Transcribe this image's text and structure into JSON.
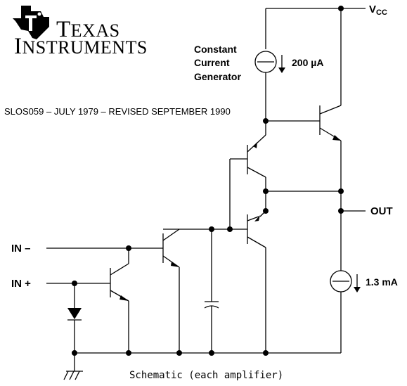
{
  "logo": {
    "line1": "TEXAS",
    "line2": "INSTRUMENTS",
    "line1_initial": "T",
    "line1_rest": "EXAS",
    "line2_initial": "I",
    "line2_rest": "NSTRUMENTS"
  },
  "document_id": "SLOS059 – JULY 1979 – REVISED SEPTEMBER 1990",
  "labels": {
    "vcc_main": "V",
    "vcc_sub": "CC",
    "out": "OUT",
    "in_minus": "IN –",
    "in_plus": "IN +",
    "generator_line1": "Constant",
    "generator_line2": "Current",
    "generator_line3": "Generator",
    "generator_value": "200 µA",
    "sink_value": "1.3 mA"
  },
  "caption": "Schematic (each amplifier)",
  "icons": {
    "logo": "ti-texas-emblem-icon",
    "ground": "ground-icon",
    "current_source": "current-source-icon",
    "transistor": "npn-transistor-icon",
    "diode": "diode-icon",
    "capacitor": "capacitor-icon"
  }
}
